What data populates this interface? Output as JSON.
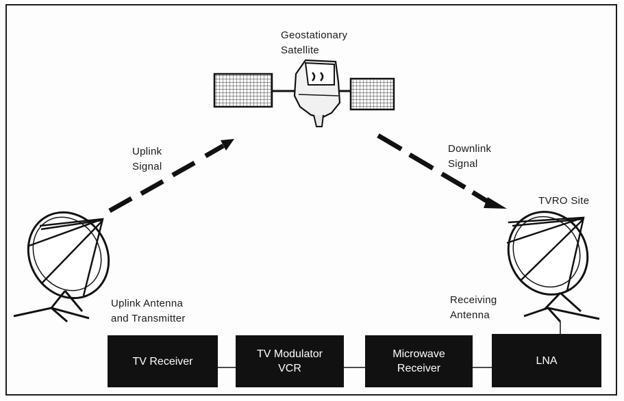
{
  "labels": {
    "satellite": [
      "Geostationary",
      "Satellite"
    ],
    "uplink_signal": [
      "Uplink",
      "Signal"
    ],
    "downlink_signal": [
      "Downlink",
      "Signal"
    ],
    "tvro_site": "TVRO Site",
    "uplink_antenna": [
      "Uplink Antenna",
      "and Transmitter"
    ],
    "receiving_antenna": [
      "Receiving",
      "Antenna"
    ]
  },
  "boxes": {
    "tv_receiver": [
      "TV Receiver"
    ],
    "tv_modulator": [
      "TV Modulator",
      "VCR"
    ],
    "microwave_receiver": [
      "Microwave",
      "Receiver"
    ],
    "lna": [
      "LNA"
    ]
  }
}
